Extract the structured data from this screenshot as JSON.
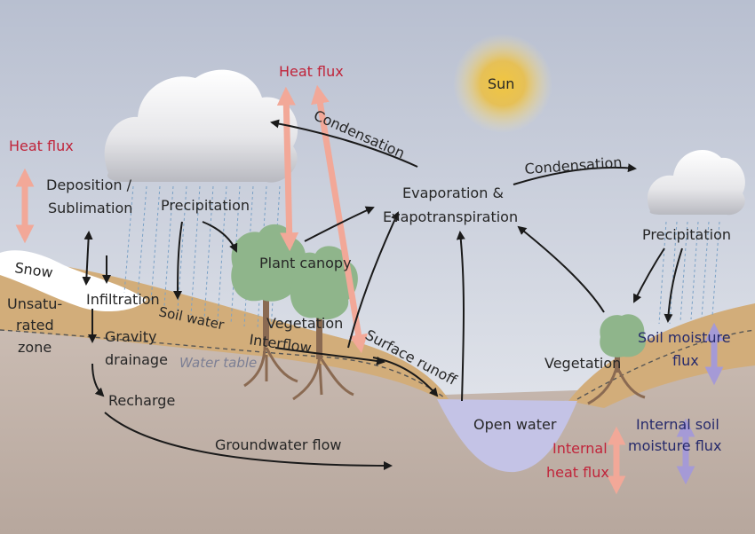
{
  "labels": {
    "heat_flux_top": "Heat flux",
    "heat_flux_left": "Heat flux",
    "sun": "Sun",
    "condensation_left": "Condensation",
    "condensation_right": "Condensation",
    "deposition_line1": "Deposition /",
    "deposition_line2": "Sublimation",
    "precipitation_left": "Precipitation",
    "precipitation_right": "Precipitation",
    "evaporation_line1": "Evaporation &",
    "evaporation_line2": "Evapotranspiration",
    "plant_canopy": "Plant canopy",
    "snow": "Snow",
    "infiltration": "Infiltration",
    "unsaturated_line1": "Unsatu-",
    "unsaturated_line2": "rated",
    "unsaturated_line3": "zone",
    "soil_water": "Soil water",
    "vegetation_left": "Vegetation",
    "gravity_line1": "Gravity",
    "gravity_line2": "drainage",
    "interflow": "Interflow",
    "surface_runoff": "Surface runoff",
    "water_table": "Water table",
    "recharge": "Recharge",
    "groundwater_flow": "Groundwater flow",
    "open_water": "Open water",
    "vegetation_right": "Vegetation",
    "soil_moisture_line1": "Soil moisture",
    "soil_moisture_line2": "flux",
    "internal_heat_line1": "Internal",
    "internal_heat_line2": "heat flux",
    "internal_soil_line1": "Internal soil",
    "internal_soil_line2": "moisture flux"
  },
  "colors": {
    "sky_top": "#b8bfd0",
    "sky_bottom": "#e9eaef",
    "heat_arrow": "#f2a898",
    "moisture_arrow": "#a59ad6",
    "label_red": "#c0243a",
    "label_navy": "#262a6b",
    "soil_brown": "#d2ad7a",
    "ground": "#c7bbb3",
    "open_water": "#c4c3e6",
    "vegetation": "#8fb58b",
    "sun": "#e3b62a"
  }
}
